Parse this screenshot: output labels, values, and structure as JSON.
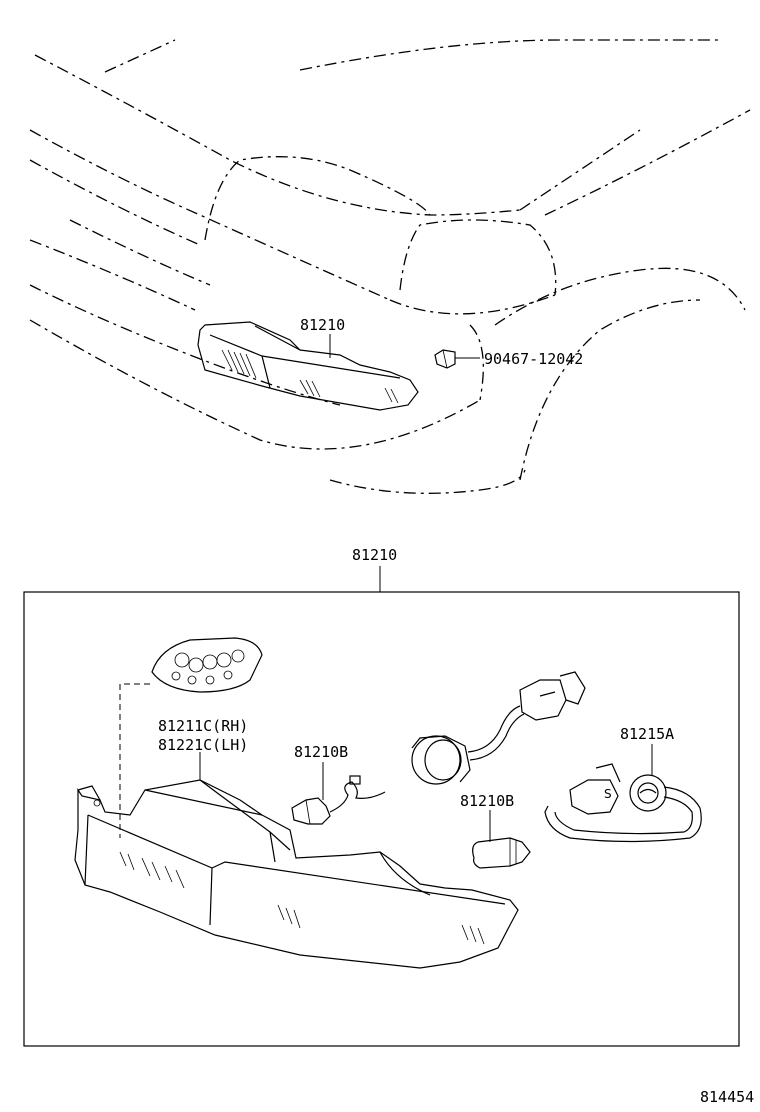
{
  "parts": {
    "top_lamp_ref": "81210",
    "clip_ref": "90467-12042",
    "assembly_ref": "81210",
    "lens_rh": "81211C(RH)",
    "lens_lh": "81221C(LH)",
    "bulb_b_upper": "81210B",
    "bulb_b_lower": "81210B",
    "socket_ref": "81215A"
  },
  "footer": {
    "diagram_id": "814454"
  }
}
